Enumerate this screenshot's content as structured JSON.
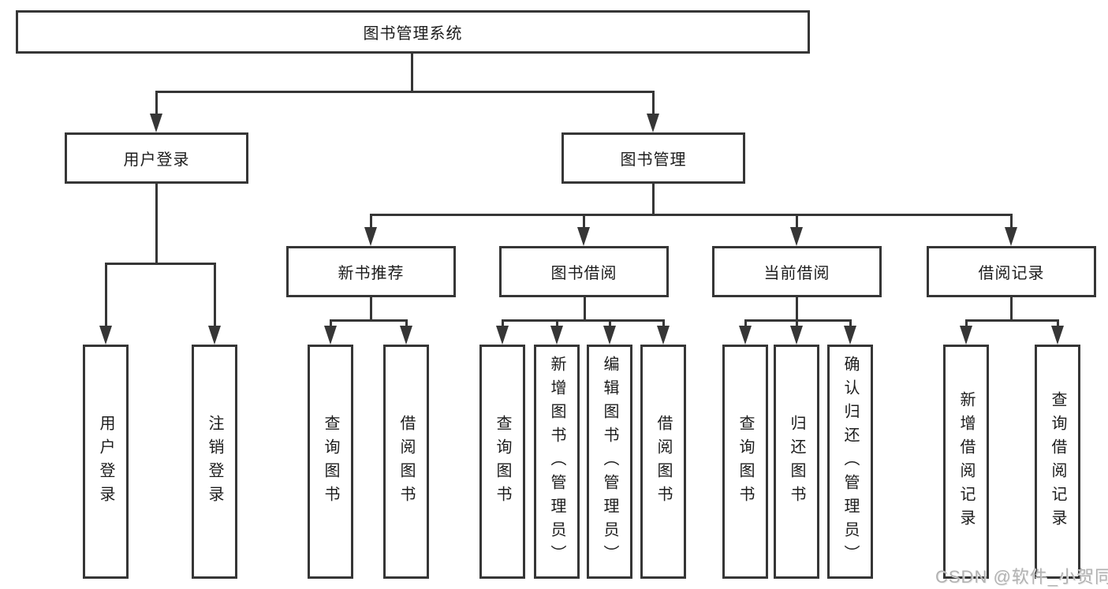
{
  "diagram_title": "图书管理系统",
  "colors": {
    "line": "#363636",
    "box_background": "#ffffff",
    "text": "#1c1c1c",
    "watermark": "#b2b2b2"
  },
  "nodes": {
    "root": {
      "label": "图书管理系统"
    },
    "level2": [
      {
        "label": "用户登录"
      },
      {
        "label": "图书管理"
      }
    ],
    "level3": [
      {
        "label": "新书推荐"
      },
      {
        "label": "图书借阅"
      },
      {
        "label": "当前借阅"
      },
      {
        "label": "借阅记录"
      }
    ],
    "leaves": [
      {
        "label": "用户登录"
      },
      {
        "label": "注销登录"
      },
      {
        "label": "查询图书"
      },
      {
        "label": "借阅图书"
      },
      {
        "label": "查询图书"
      },
      {
        "label": "新增图书（管理员）"
      },
      {
        "label": "编辑图书（管理员）"
      },
      {
        "label": "借阅图书"
      },
      {
        "label": "查询图书"
      },
      {
        "label": "归还图书"
      },
      {
        "label": "确认归还（管理员）"
      },
      {
        "label": "新增借阅记录"
      },
      {
        "label": "查询借阅记录"
      }
    ]
  },
  "watermark": "CSDN @软件_小贺同学"
}
